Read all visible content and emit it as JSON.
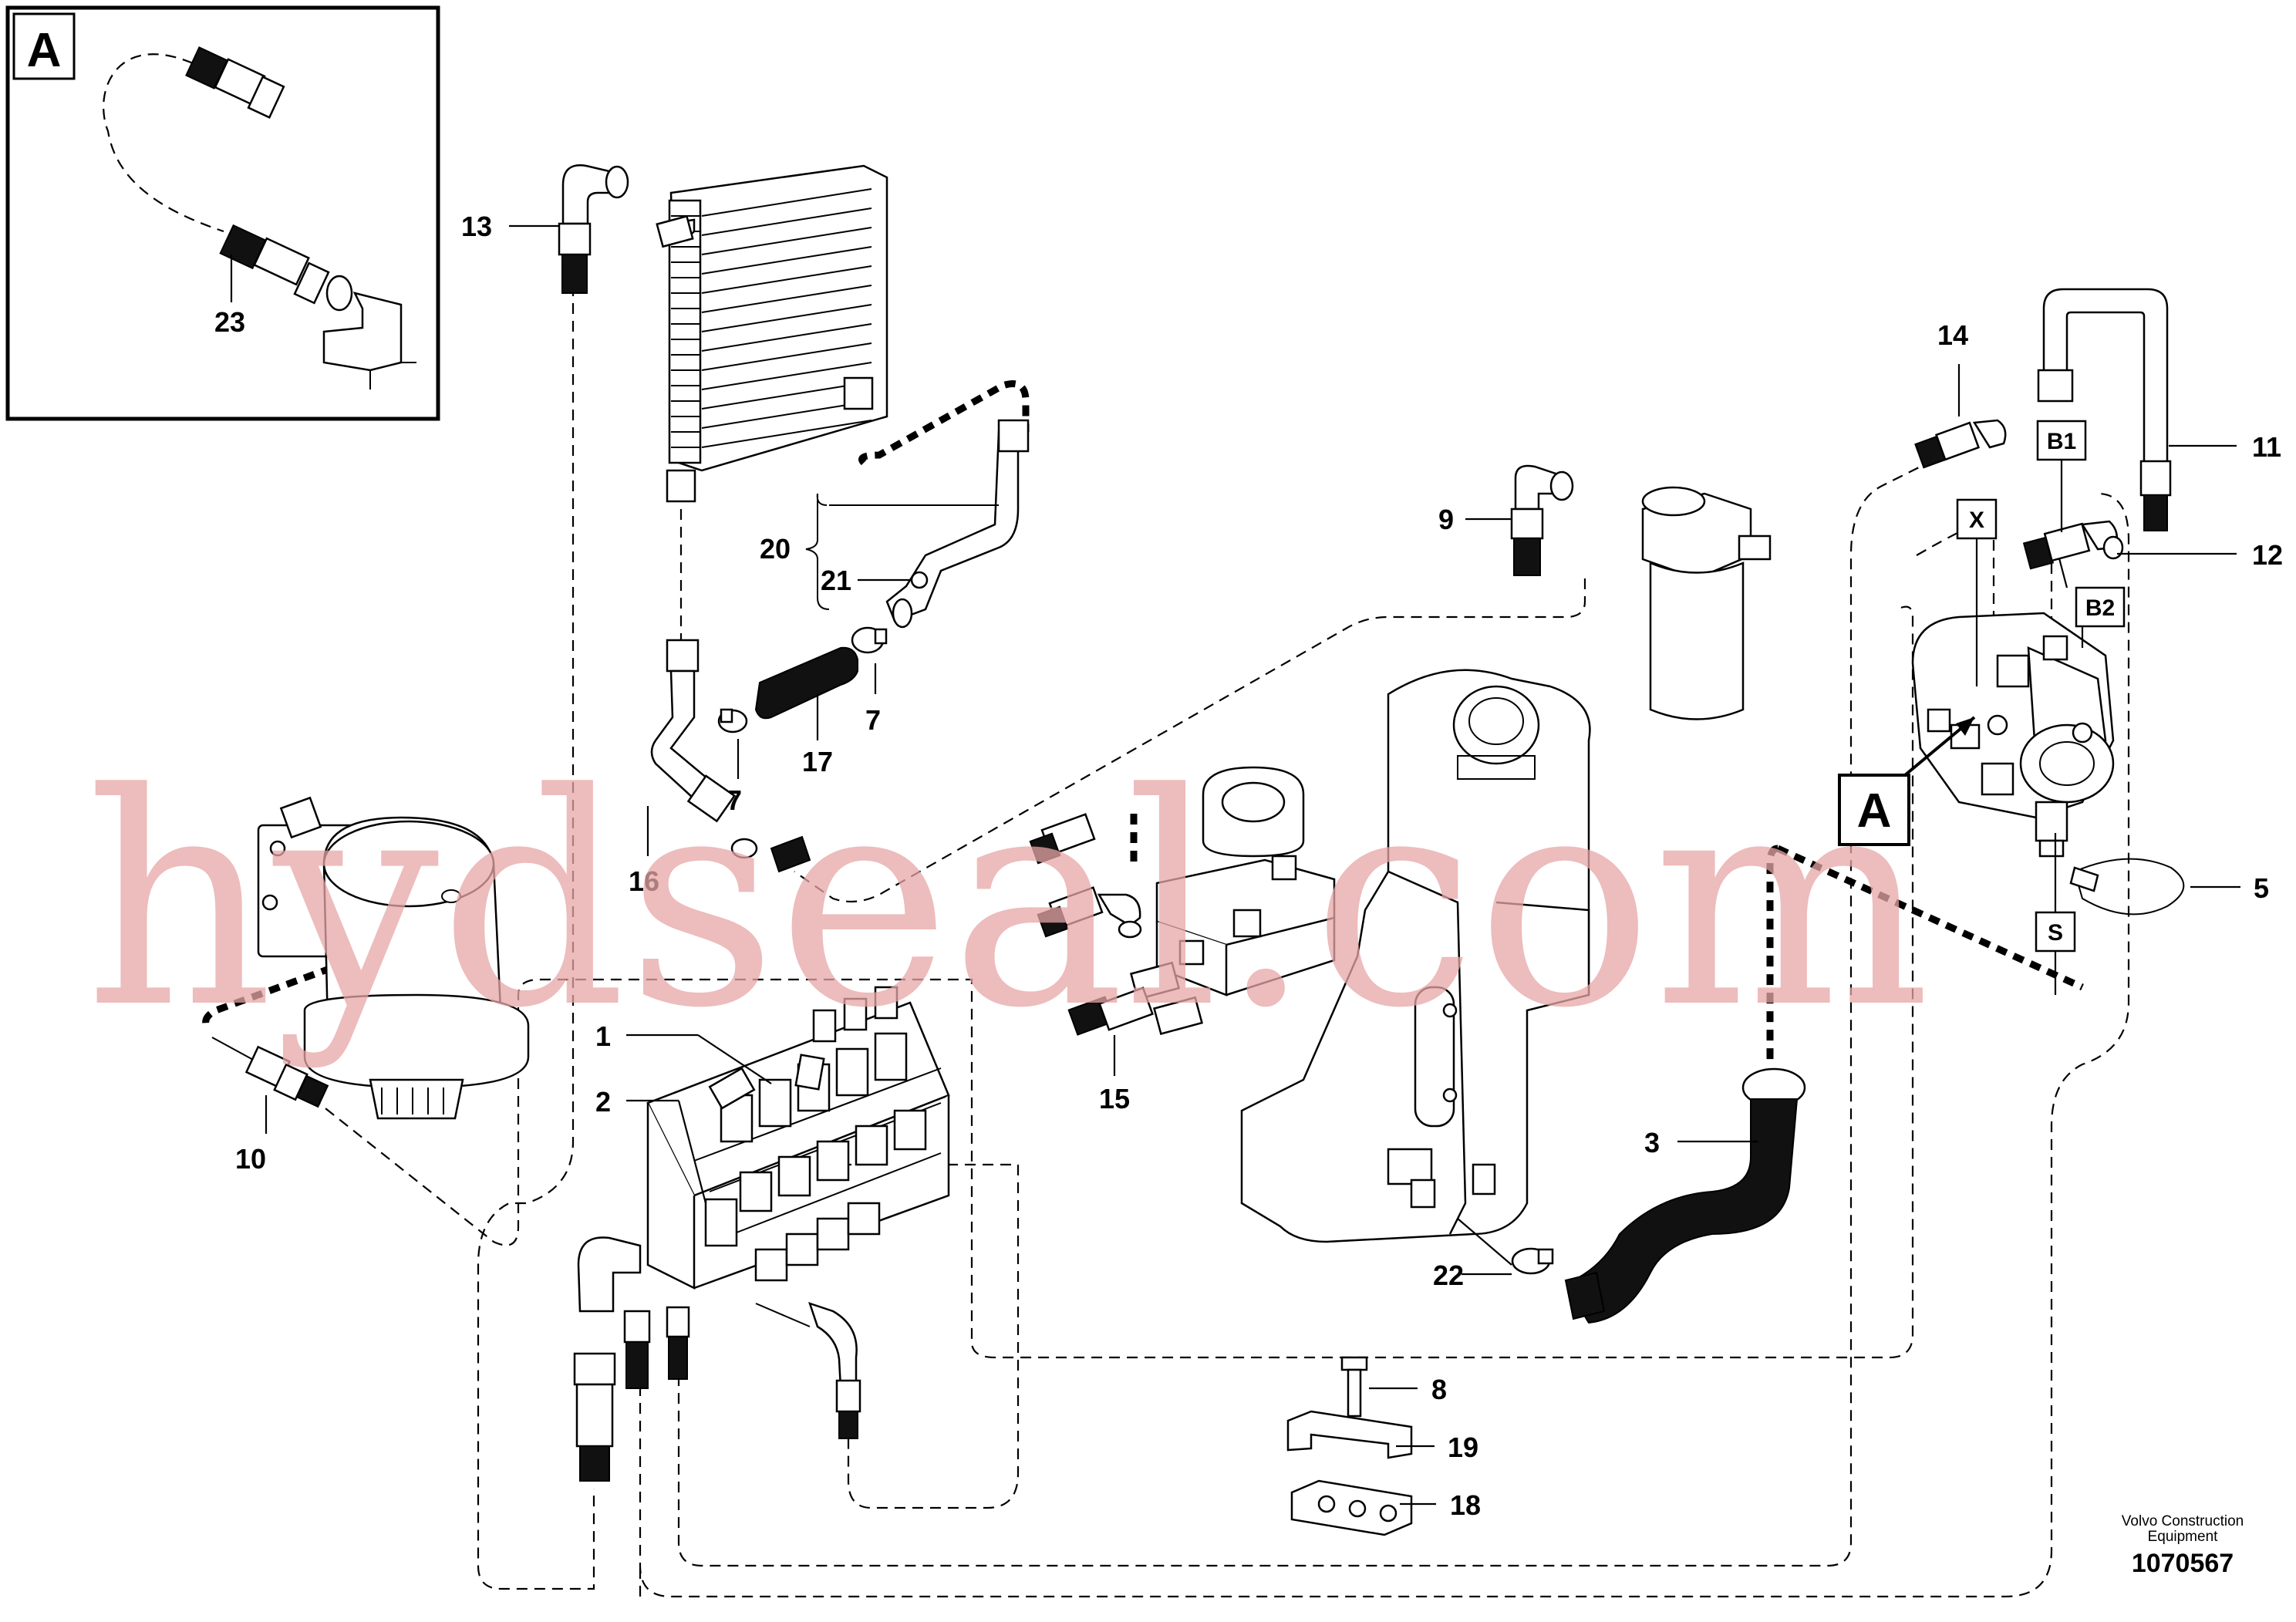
{
  "detail": {
    "label": "A"
  },
  "callouts": {
    "c1": "1",
    "c2": "2",
    "c3": "3",
    "c5": "5",
    "c7a": "7",
    "c7b": "7",
    "c8": "8",
    "c9": "9",
    "c10": "10",
    "c11": "11",
    "c12": "12",
    "c13": "13",
    "c14": "14",
    "c15": "15",
    "c16": "16",
    "c17": "17",
    "c18": "18",
    "c19": "19",
    "c20": "20",
    "c21": "21",
    "c22": "22",
    "c23": "23"
  },
  "port_labels": {
    "b1": "B1",
    "b2": "B2",
    "x": "X",
    "s": "S",
    "a": "A"
  },
  "watermark": "hydseal.com",
  "footer": {
    "line1": "Volvo Construction",
    "line2": "Equipment",
    "number": "1070567"
  }
}
